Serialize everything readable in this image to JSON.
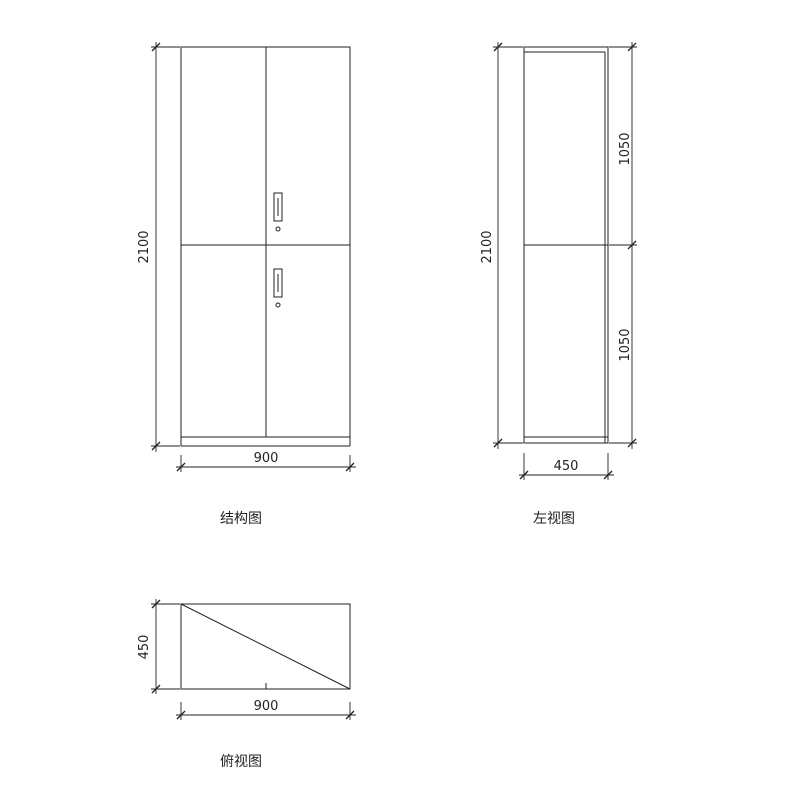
{
  "front_view": {
    "caption": "结构图",
    "width_label": "900",
    "height_label": "2100"
  },
  "side_view": {
    "caption": "左视图",
    "depth_label": "450",
    "height_label": "2100",
    "upper_label": "1050",
    "lower_label": "1050"
  },
  "top_view": {
    "caption": "俯视图",
    "width_label": "900",
    "depth_label": "450"
  }
}
